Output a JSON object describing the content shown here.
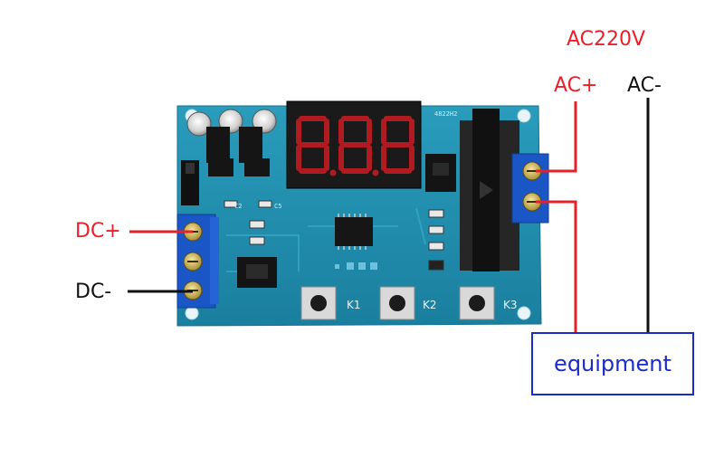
{
  "labels": {
    "ac_voltage": "AC220V",
    "ac_plus": "AC+",
    "ac_minus": "AC-",
    "dc_plus": "DC+",
    "dc_minus": "DC-",
    "equipment": "equipment"
  },
  "board": {
    "display_digits": "8.8.8",
    "key_labels": [
      "K1",
      "K2",
      "K3"
    ],
    "capacitor_labels": [
      "C2",
      "C5"
    ],
    "chip_marking": "4822H2"
  },
  "colors": {
    "wire_red": "#e8202a",
    "wire_black": "#111111",
    "equipment_blue": "#1c2cc8",
    "pcb": "#1f8fb0",
    "terminal_blue": "#1b56c7"
  }
}
